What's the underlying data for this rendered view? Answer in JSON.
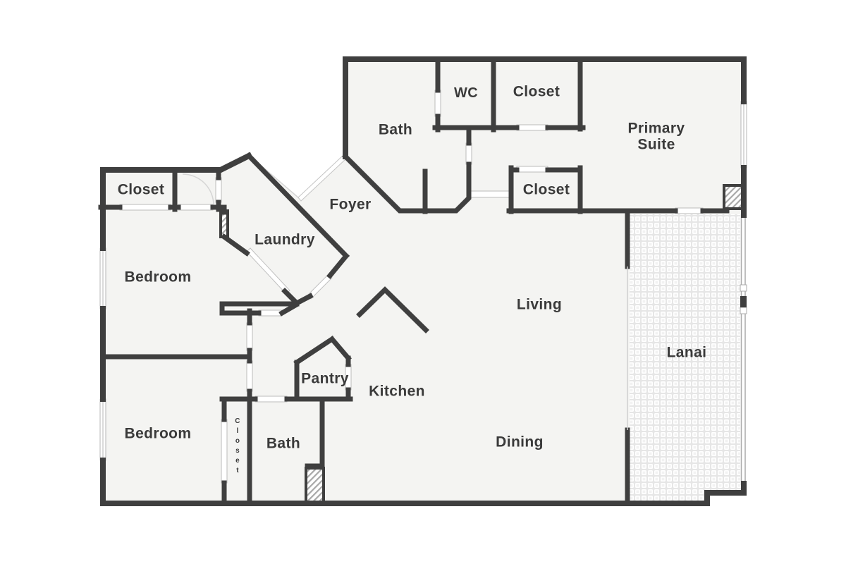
{
  "diagram": {
    "type": "floor-plan"
  },
  "colors": {
    "wall": "#3f3f3f",
    "floor": "#f4f4f2",
    "text": "#3a3a3a",
    "exterior": "#ffffff"
  },
  "rooms": {
    "closet_top_left": "Closet",
    "bedroom_upper": "Bedroom",
    "bedroom_lower": "Bedroom",
    "laundry": "Laundry",
    "foyer": "Foyer",
    "bath_upper": "Bath",
    "wc": "WC",
    "closet_upper": "Closet",
    "closet_middle": "Closet",
    "primary_suite": "Primary Suite",
    "living": "Living",
    "lanai": "Lanai",
    "pantry": "Pantry",
    "kitchen": "Kitchen",
    "dining": "Dining",
    "bath_lower": "Bath",
    "closet_narrow": "Closet"
  }
}
